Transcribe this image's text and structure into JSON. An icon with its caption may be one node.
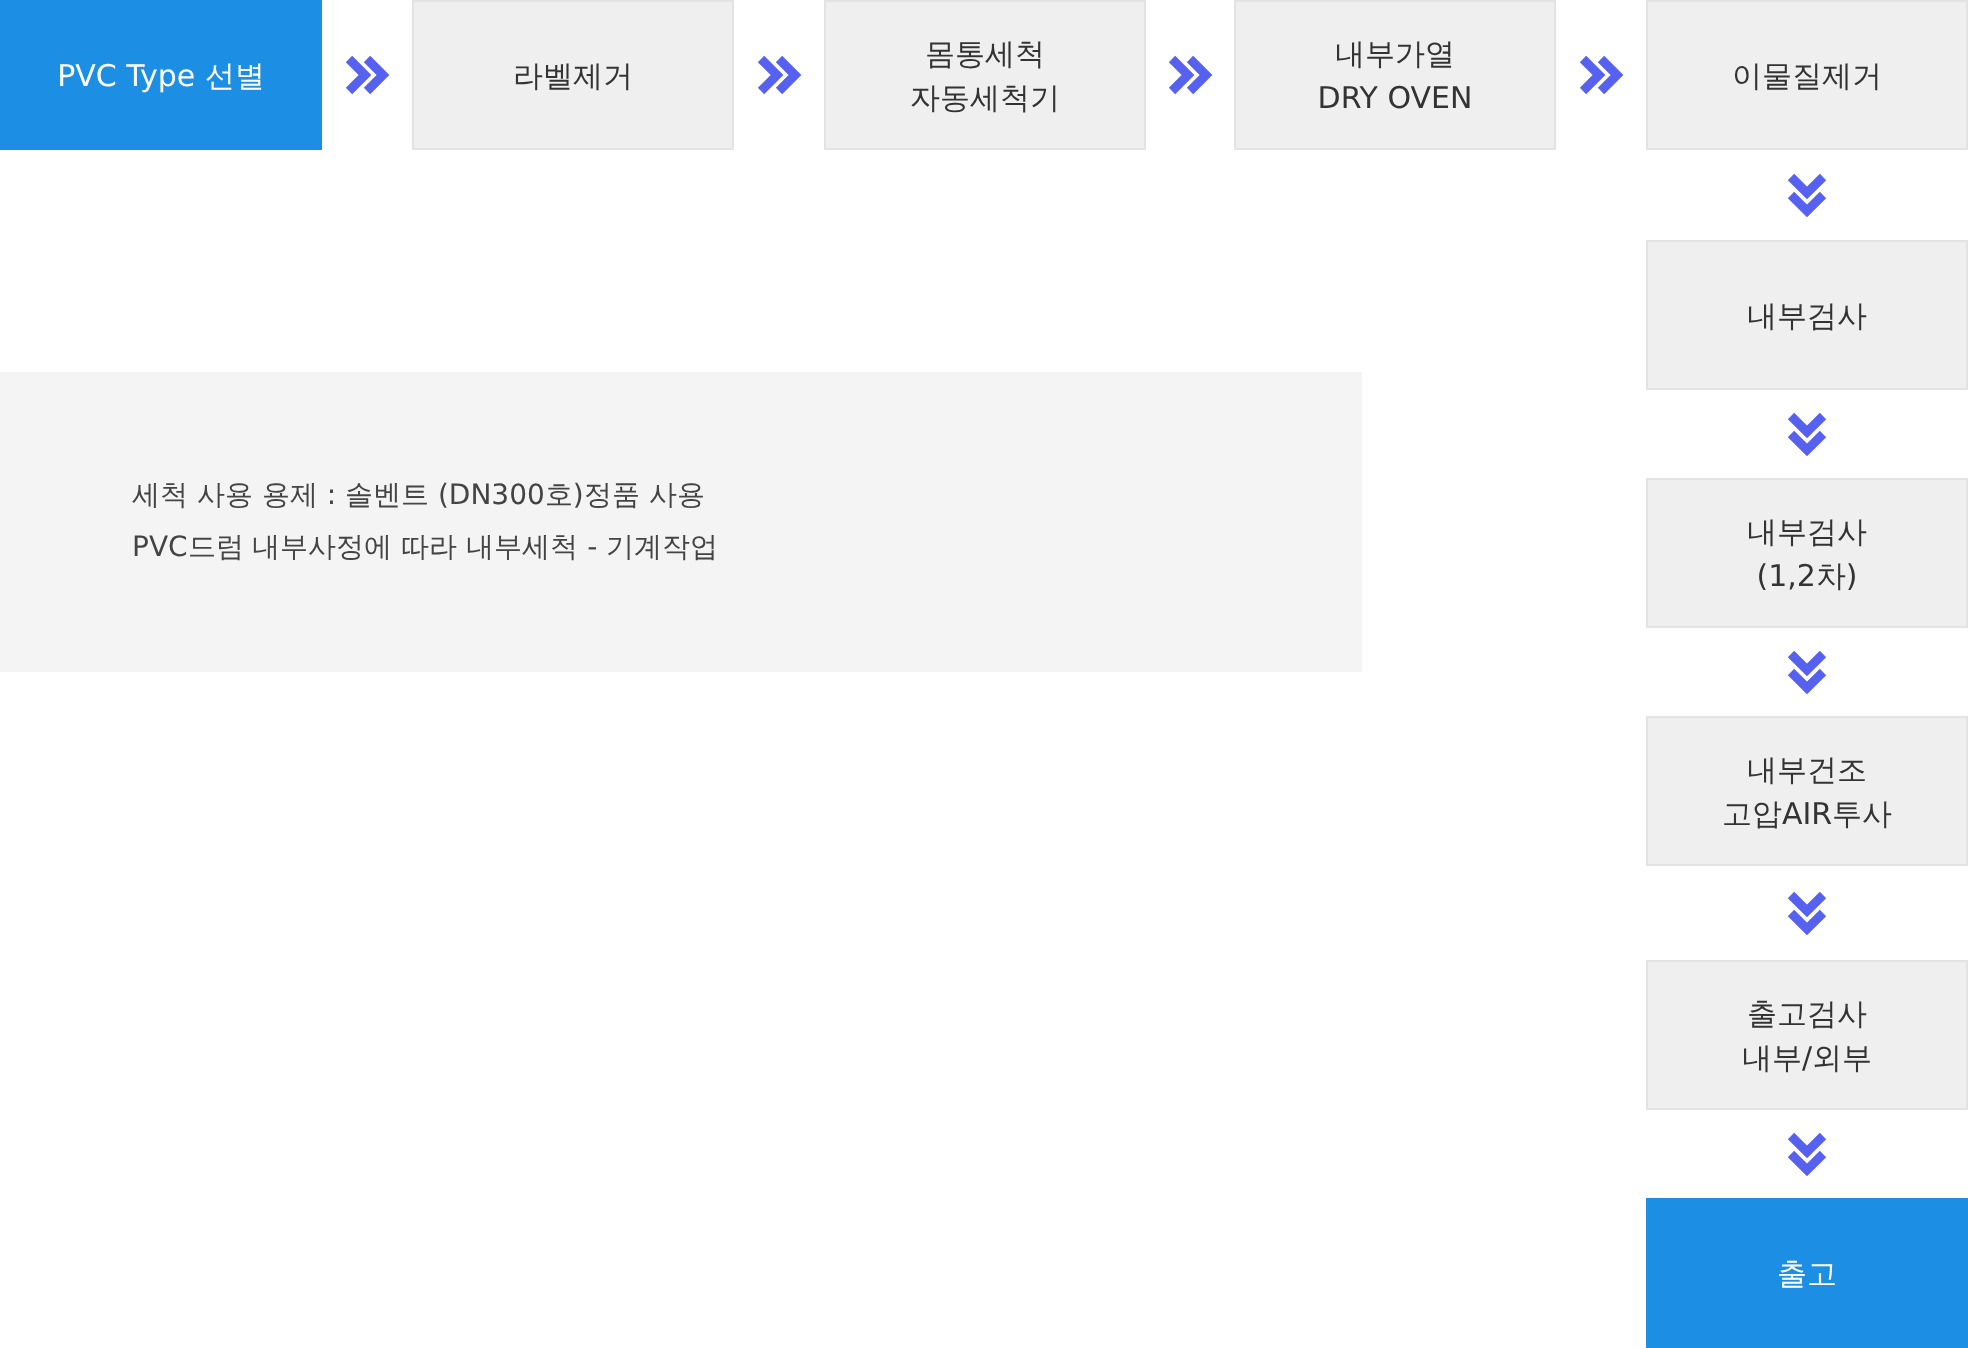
{
  "diagram": {
    "nodes": [
      {
        "text": [
          "PVC Type 선별"
        ]
      },
      {
        "text": [
          "라벨제거"
        ]
      },
      {
        "text": [
          "몸통세척",
          "자동세척기"
        ]
      },
      {
        "text": [
          "내부가열",
          "DRY OVEN"
        ]
      },
      {
        "text": [
          "이물질제거"
        ]
      },
      {
        "text": [
          "내부검사"
        ]
      },
      {
        "text": [
          "내부검사",
          "(1,2차)"
        ]
      },
      {
        "text": [
          "내부건조",
          "고압AIR투사"
        ]
      },
      {
        "text": [
          "출고검사",
          "내부/외부"
        ]
      },
      {
        "text": [
          "출고"
        ]
      },
      {
        "text": [
          "세척 사용 용제 : 솔벤트 (DN300호)정품 사용",
          "PVC드럼 내부사정에 따라 내부세척 - 기계작업"
        ]
      }
    ],
    "edges": [
      {
        "from": 0,
        "to": 1,
        "arrow": "to"
      },
      {
        "from": 1,
        "to": 2,
        "arrow": "to"
      },
      {
        "from": 2,
        "to": 3,
        "arrow": "to"
      },
      {
        "from": 3,
        "to": 4,
        "arrow": "to"
      },
      {
        "from": 4,
        "to": 5,
        "arrow": "to"
      },
      {
        "from": 5,
        "to": 6,
        "arrow": "to"
      },
      {
        "from": 6,
        "to": 7,
        "arrow": "to"
      },
      {
        "from": 7,
        "to": 8,
        "arrow": "to"
      },
      {
        "from": 8,
        "to": 9,
        "arrow": "to"
      }
    ]
  }
}
